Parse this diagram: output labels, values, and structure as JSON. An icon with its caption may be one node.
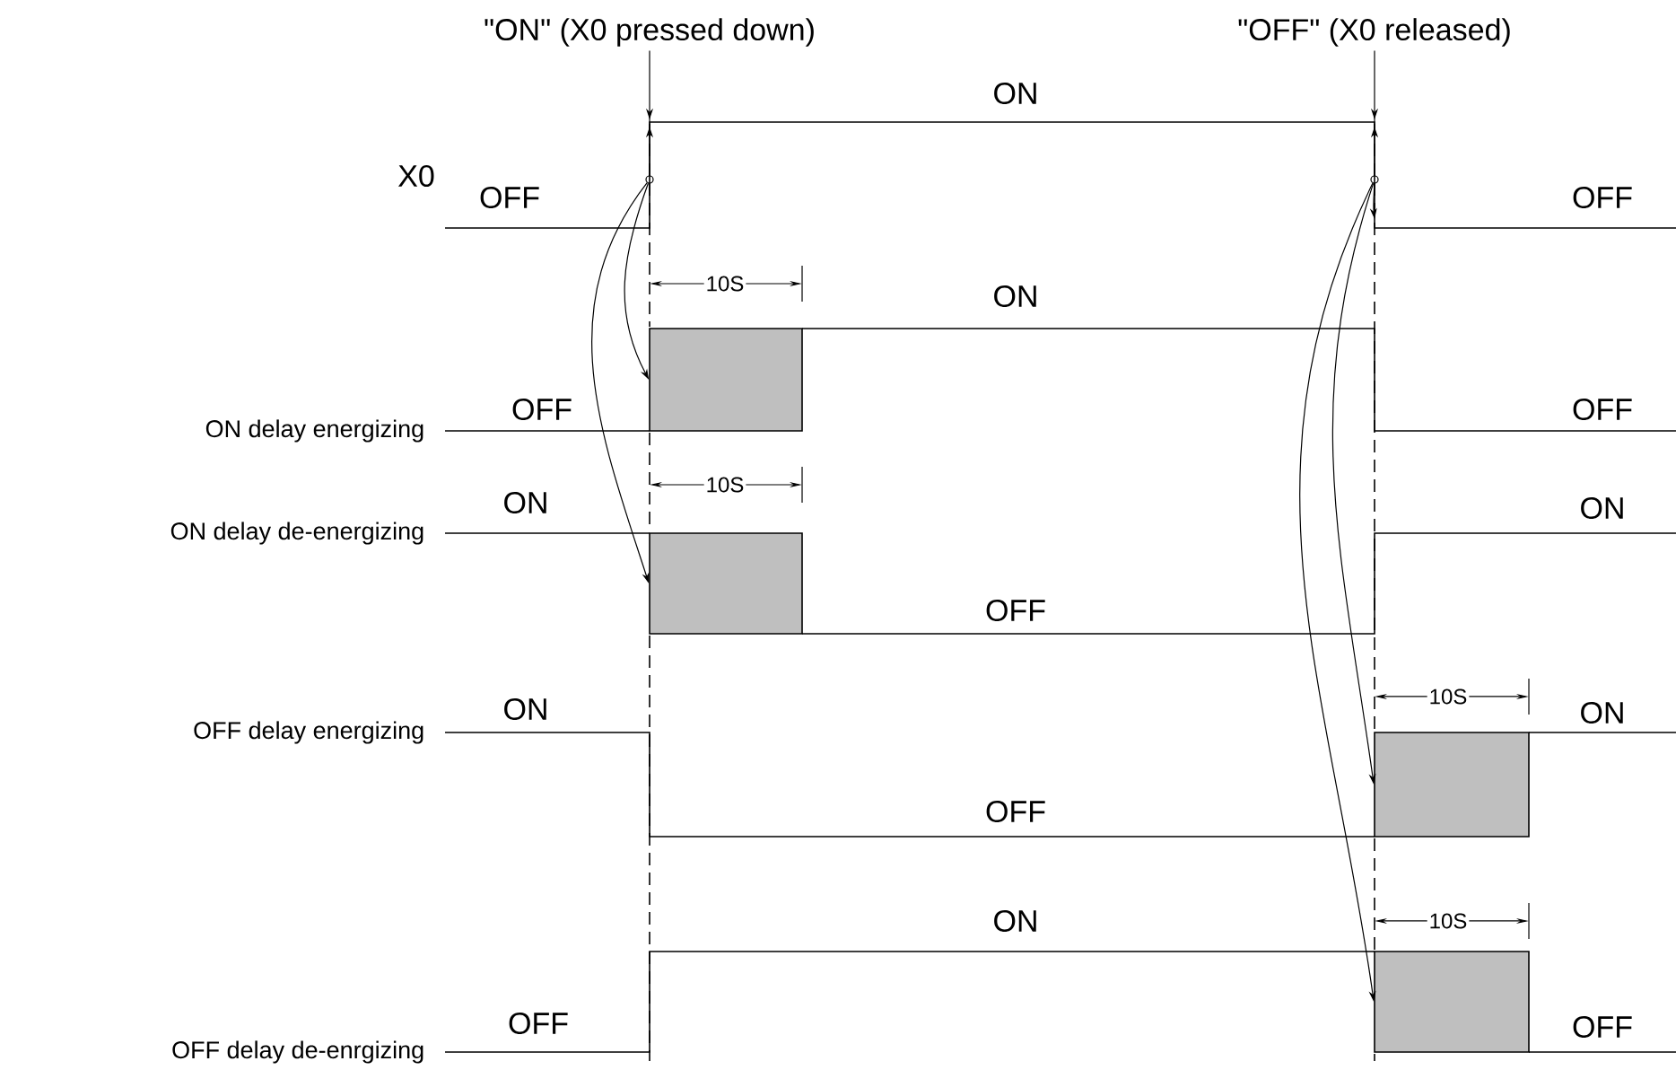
{
  "diagram": {
    "nodes": [
      {
        "text": [
          "\"ON\" (X0 pressed down)"
        ]
      },
      {
        "text": [
          "\"OFF\" (X0 released)"
        ]
      },
      {
        "text": [],
        "shape": "circle"
      },
      {
        "text": [],
        "shape": "circle"
      },
      {
        "text": [],
        "shape": "box"
      },
      {
        "text": [],
        "shape": "box"
      },
      {
        "text": [],
        "shape": "box"
      },
      {
        "text": [],
        "shape": "box"
      }
    ],
    "edges": [
      {
        "from": 0,
        "to": 2,
        "arrow": "to"
      },
      {
        "from": 1,
        "to": 3,
        "arrow": "to"
      },
      {
        "from": 2,
        "to": 4,
        "arrow": "to"
      },
      {
        "from": 2,
        "to": 5,
        "arrow": "to"
      },
      {
        "from": 3,
        "to": null,
        "arrow": "to"
      },
      {
        "from": 3,
        "to": 6,
        "arrow": "to"
      },
      {
        "from": 3,
        "to": 7,
        "arrow": "to"
      }
    ],
    "labels": [
      "ON",
      "X0",
      "OFF",
      "OFF",
      "10S",
      "ON",
      "ON delay energizing",
      "OFF",
      "OFF",
      "10S",
      "ON",
      "ON",
      "ON delay de-energizing",
      "OFF",
      "10S",
      "ON",
      "ON",
      "OFF delay energizing",
      "OFF",
      "ON",
      "10S",
      "OFF",
      "OFF",
      "OFF delay de-enrgizing"
    ]
  }
}
